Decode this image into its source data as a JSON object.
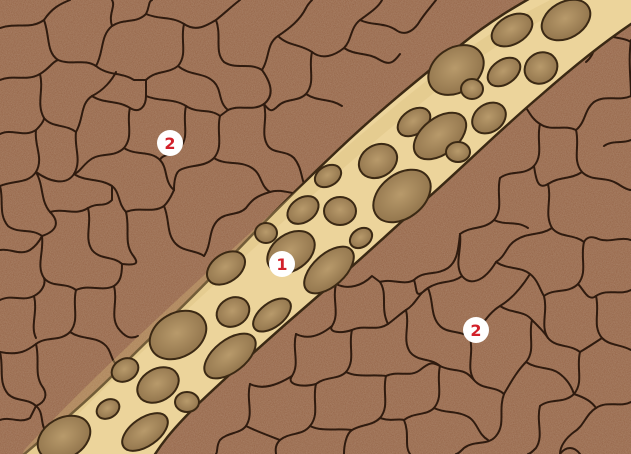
{
  "colors": {
    "background_tissue": "#8a5537",
    "cell_outline": "#2f1b0f",
    "band_fill": "#ecd49b",
    "band_outline": "#3b2914",
    "lacuna_fill": "#a88a5e",
    "marker_fill": "#ffffff",
    "marker_text": "#d2202a"
  },
  "markers": [
    {
      "id": "band",
      "label": "1"
    },
    {
      "id": "tissue-upper-left",
      "label": "2"
    },
    {
      "id": "tissue-lower-right",
      "label": "2"
    }
  ]
}
